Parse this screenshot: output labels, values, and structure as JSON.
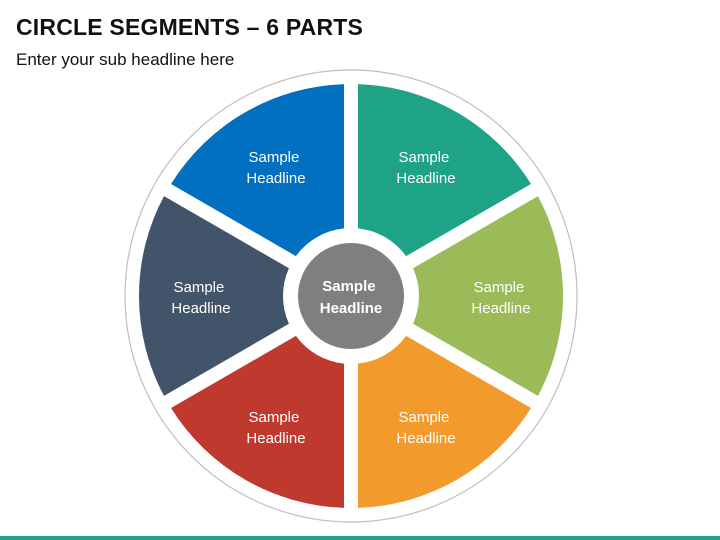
{
  "slide": {
    "title": "CIRCLE SEGMENTS – 6 PARTS",
    "subtitle": "Enter your sub headline here",
    "accent_bar_color": "#1fa58a"
  },
  "diagram": {
    "ring_color": "#bfbfbf",
    "center": {
      "line1": "Sample",
      "line2": "Headline",
      "color": "#7f7f7f"
    },
    "segments": [
      {
        "line1": "Sample",
        "line2": "Headline",
        "color": "#1fa386"
      },
      {
        "line1": "Sample",
        "line2": "Headline",
        "color": "#9bbb59"
      },
      {
        "line1": "Sample",
        "line2": "Headline",
        "color": "#f29a2b"
      },
      {
        "line1": "Sample",
        "line2": "Headline",
        "color": "#c0392f"
      },
      {
        "line1": "Sample",
        "line2": "Headline",
        "color": "#425469"
      },
      {
        "line1": "Sample",
        "line2": "Headline",
        "color": "#0170c1"
      }
    ]
  }
}
